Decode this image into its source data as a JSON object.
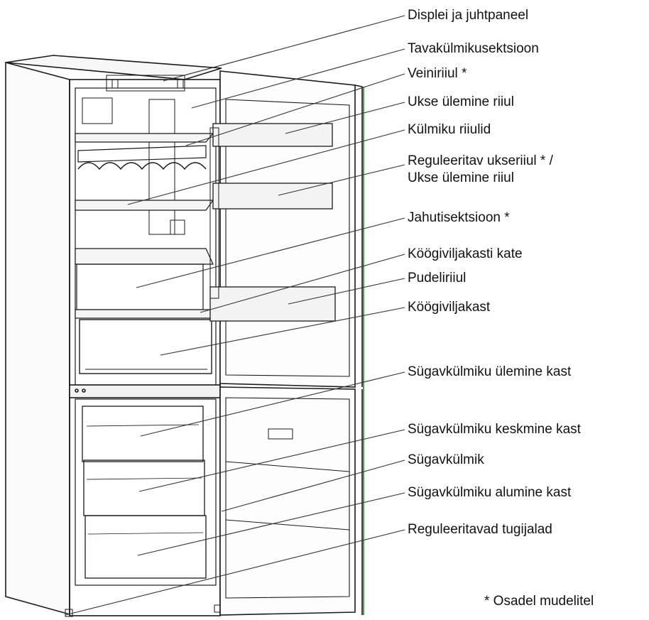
{
  "labels": [
    {
      "text": "Displei ja juhtpaneel"
    },
    {
      "text": "Tavakülmikusektsioon"
    },
    {
      "text": "Veiniriiul *"
    },
    {
      "text": "Ukse ülemine riiul"
    },
    {
      "text": "Külmiku riiulid"
    },
    {
      "text": "Reguleeritav ukseriiul * /",
      "text2": "Ukse ülemine riiul"
    },
    {
      "text": "Jahutisektsioon *"
    },
    {
      "text": "Köögiviljakasti kate"
    },
    {
      "text": "Pudeliriiul"
    },
    {
      "text": "Köögiviljakast"
    },
    {
      "text": "Sügavkülmiku ülemine kast"
    },
    {
      "text": "Sügavkülmiku keskmine kast"
    },
    {
      "text": "Sügavkülmik"
    },
    {
      "text": "Sügavkülmiku alumine kast"
    },
    {
      "text": "Reguleeritavad tugijalad"
    }
  ],
  "footnote": "* Osadel mudelitel",
  "colors": {
    "line": "#333333",
    "frame": "#1a1a1a",
    "door_edge": "#2e7d32",
    "panel": "#f7f7f7"
  }
}
